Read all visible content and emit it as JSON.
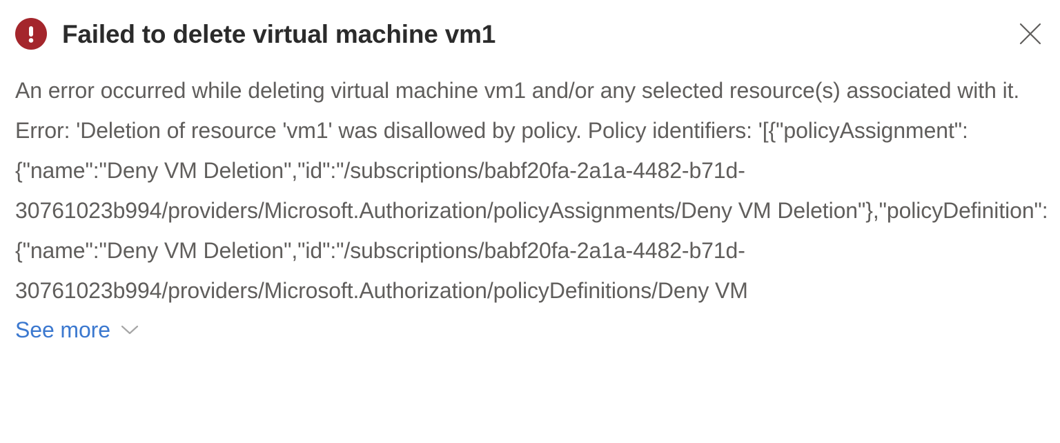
{
  "notification": {
    "severity": "error",
    "severity_icon": "error-circle-exclamation-icon",
    "severity_color": "#a4262c",
    "title": "Failed to delete virtual machine vm1",
    "title_color": "#2b2b2b",
    "message": "An error occurred while deleting virtual machine vm1 and/or any selected resource(s) associated with it. Error: 'Deletion of resource 'vm1' was disallowed by policy. Policy identifiers: '[{\"policyAssignment\":{\"name\":\"Deny VM Deletion\",\"id\":\"/subscriptions/babf20fa-2a1a-4482-b71d-30761023b994/providers/Microsoft.Authorization/policyAssignments/Deny VM Deletion\"},\"policyDefinition\":{\"name\":\"Deny VM Deletion\",\"id\":\"/subscriptions/babf20fa-2a1a-4482-b71d-30761023b994/providers/Microsoft.Authorization/policyDefinitions/Deny VM",
    "message_color": "#605e5c",
    "message_lines": [
      "An error occurred while deleting virtual machine vm1 and/or any selected",
      "resource(s) associated with it. Error: 'Deletion of resource 'vm1' was disallowed by",
      "policy. Policy identifiers: '[{\"policyAssignment\":{\"name\":\"Deny VM",
      "Deletion\",\"id\":\"/subscriptions/babf20fa-2a1a-4482-b71d-",
      "30761023b994/providers/Microsoft.Authorization/policyAssignments/Deny VM",
      "Deletion\"},\"policyDefinition\":{\"name\":\"Deny VM",
      "Deletion\",\"id\":\"/subscriptions/babf20fa-2a1a-4482-b71d-",
      "30761023b994/providers/Microsoft.Authorization/policyDefinitions/Deny VM"
    ],
    "see_more_label": "See more",
    "see_more_color": "#3b78cf",
    "see_more_icon": "chevron-down-icon",
    "close_label": "Close",
    "close_icon": "close-x-icon"
  }
}
